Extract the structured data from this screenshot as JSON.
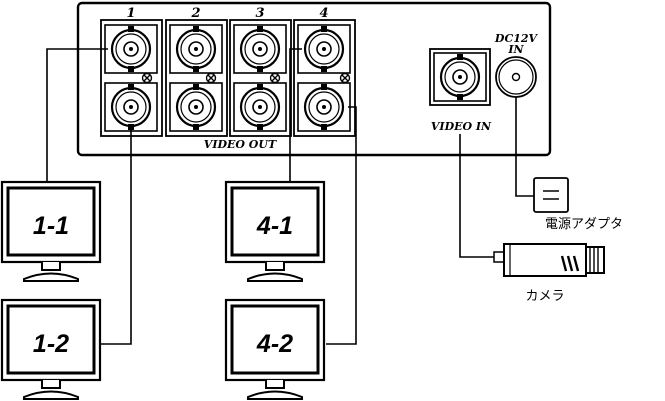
{
  "device": {
    "channels": [
      "1",
      "2",
      "3",
      "4"
    ],
    "video_out_label": "VIDEO OUT",
    "video_in_label": "VIDEO IN",
    "dc_label_line1": "DC12V",
    "dc_label_line2": "IN"
  },
  "monitors": [
    {
      "label": "1-1"
    },
    {
      "label": "1-2"
    },
    {
      "label": "4-1"
    },
    {
      "label": "4-2"
    }
  ],
  "peripherals": {
    "adapter_label": "電源アダプタ",
    "camera_label": "カメラ"
  }
}
